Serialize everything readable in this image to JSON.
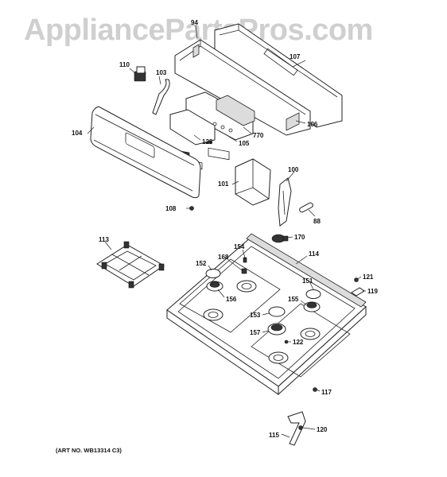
{
  "watermark": "AppliancePartsPros.com",
  "art_number": "(ART NO. WB13314 C3)",
  "callouts": {
    "p107": "107",
    "p94": "94",
    "p110": "110",
    "p103": "103",
    "p104": "104",
    "p128": "128",
    "p105": "105",
    "p770": "770",
    "p106": "106",
    "p100": "100",
    "p101": "101",
    "p88": "88",
    "p108": "108",
    "p170": "170",
    "p113": "113",
    "p154": "154",
    "p168": "168",
    "p152": "152",
    "p114": "114",
    "p151": "151",
    "p156": "156",
    "p155": "155",
    "p121": "121",
    "p119": "119",
    "p153": "153",
    "p157": "157",
    "p122": "122",
    "p117": "117",
    "p115": "115",
    "p120": "120"
  }
}
